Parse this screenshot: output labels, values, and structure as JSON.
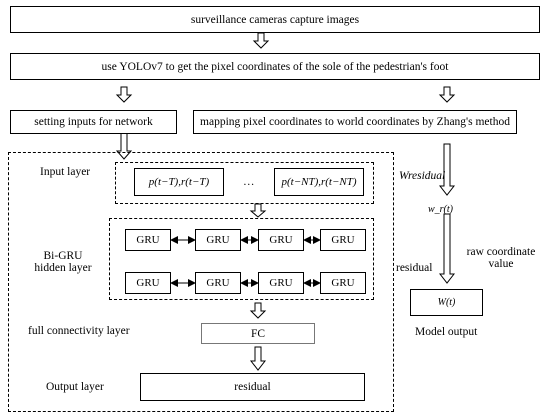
{
  "steps": {
    "capture": "surveillance cameras capture images",
    "yolo": "use YOLOv7 to get the pixel coordinates of the sole of the pedestrian's foot",
    "inputs": "setting inputs for network",
    "mapping": "mapping pixel coordinates to world coordinates by Zhang's method"
  },
  "network": {
    "input_layer_label": "Input layer",
    "input_first": "p(t−T),r(t−T)",
    "input_ellipsis": "…",
    "input_last": "p(t−NT),r(t−NT)",
    "bigru_label_line1": "Bi-GRU",
    "bigru_label_line2": "hidden layer",
    "gru_label": "GRU",
    "fc_layer_label": "full connectivity layer",
    "fc_box": "FC",
    "output_layer_label": "Output layer",
    "output_box": "residual"
  },
  "right_column": {
    "wresidual": "Wresidual",
    "w_r": "w_r(t)",
    "residual_label": "residual",
    "raw_line1": "raw coordinate",
    "raw_line2": "value",
    "w_box": "W(t)",
    "model_output": "Model output"
  }
}
